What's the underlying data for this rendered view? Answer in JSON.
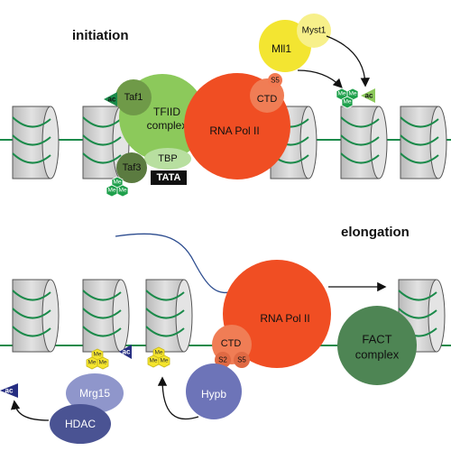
{
  "sections": {
    "initiation": "initiation",
    "elongation": "elongation"
  },
  "initiation": {
    "taf1": "Taf1",
    "tfiid_line1": "TFIID",
    "tfiid_line2": "complex",
    "taf3": "Taf3",
    "tbp": "TBP",
    "tata": "TATA",
    "rnapol": "RNA Pol II",
    "ctd": "CTD",
    "s5": "S5",
    "mll1": "Mll1",
    "myst1": "Myst1",
    "ac_left": "ac",
    "ac_right": "ac",
    "me": "Me"
  },
  "elongation": {
    "rnapol": "RNA Pol II",
    "ctd": "CTD",
    "s2": "S2",
    "s5": "S5",
    "fact_line1": "FACT",
    "fact_line2": "complex",
    "hypb": "Hypb",
    "mrg15": "Mrg15",
    "hdac": "HDAC",
    "ac_left": "ac",
    "ac_mid": "ac",
    "me": "Me"
  },
  "colors": {
    "tfiid": "#8cc95b",
    "taf": "#6f9a48",
    "taf3": "#5b7b40",
    "tbp": "#b8dfa0",
    "rnapol": "#f04e23",
    "ctd": "#f07d55",
    "mll1": "#f3e531",
    "myst1": "#f7f08a",
    "fact": "#4e8554",
    "hypb": "#6d74b8",
    "mrg15": "#8f96cb",
    "hdac": "#4a5393",
    "me_green": "#1ea04b",
    "me_yellow": "#f5e52d",
    "ac_navy": "#262e82",
    "dna": "#1b8a4a",
    "nucleosome": "#d6d6d6"
  }
}
